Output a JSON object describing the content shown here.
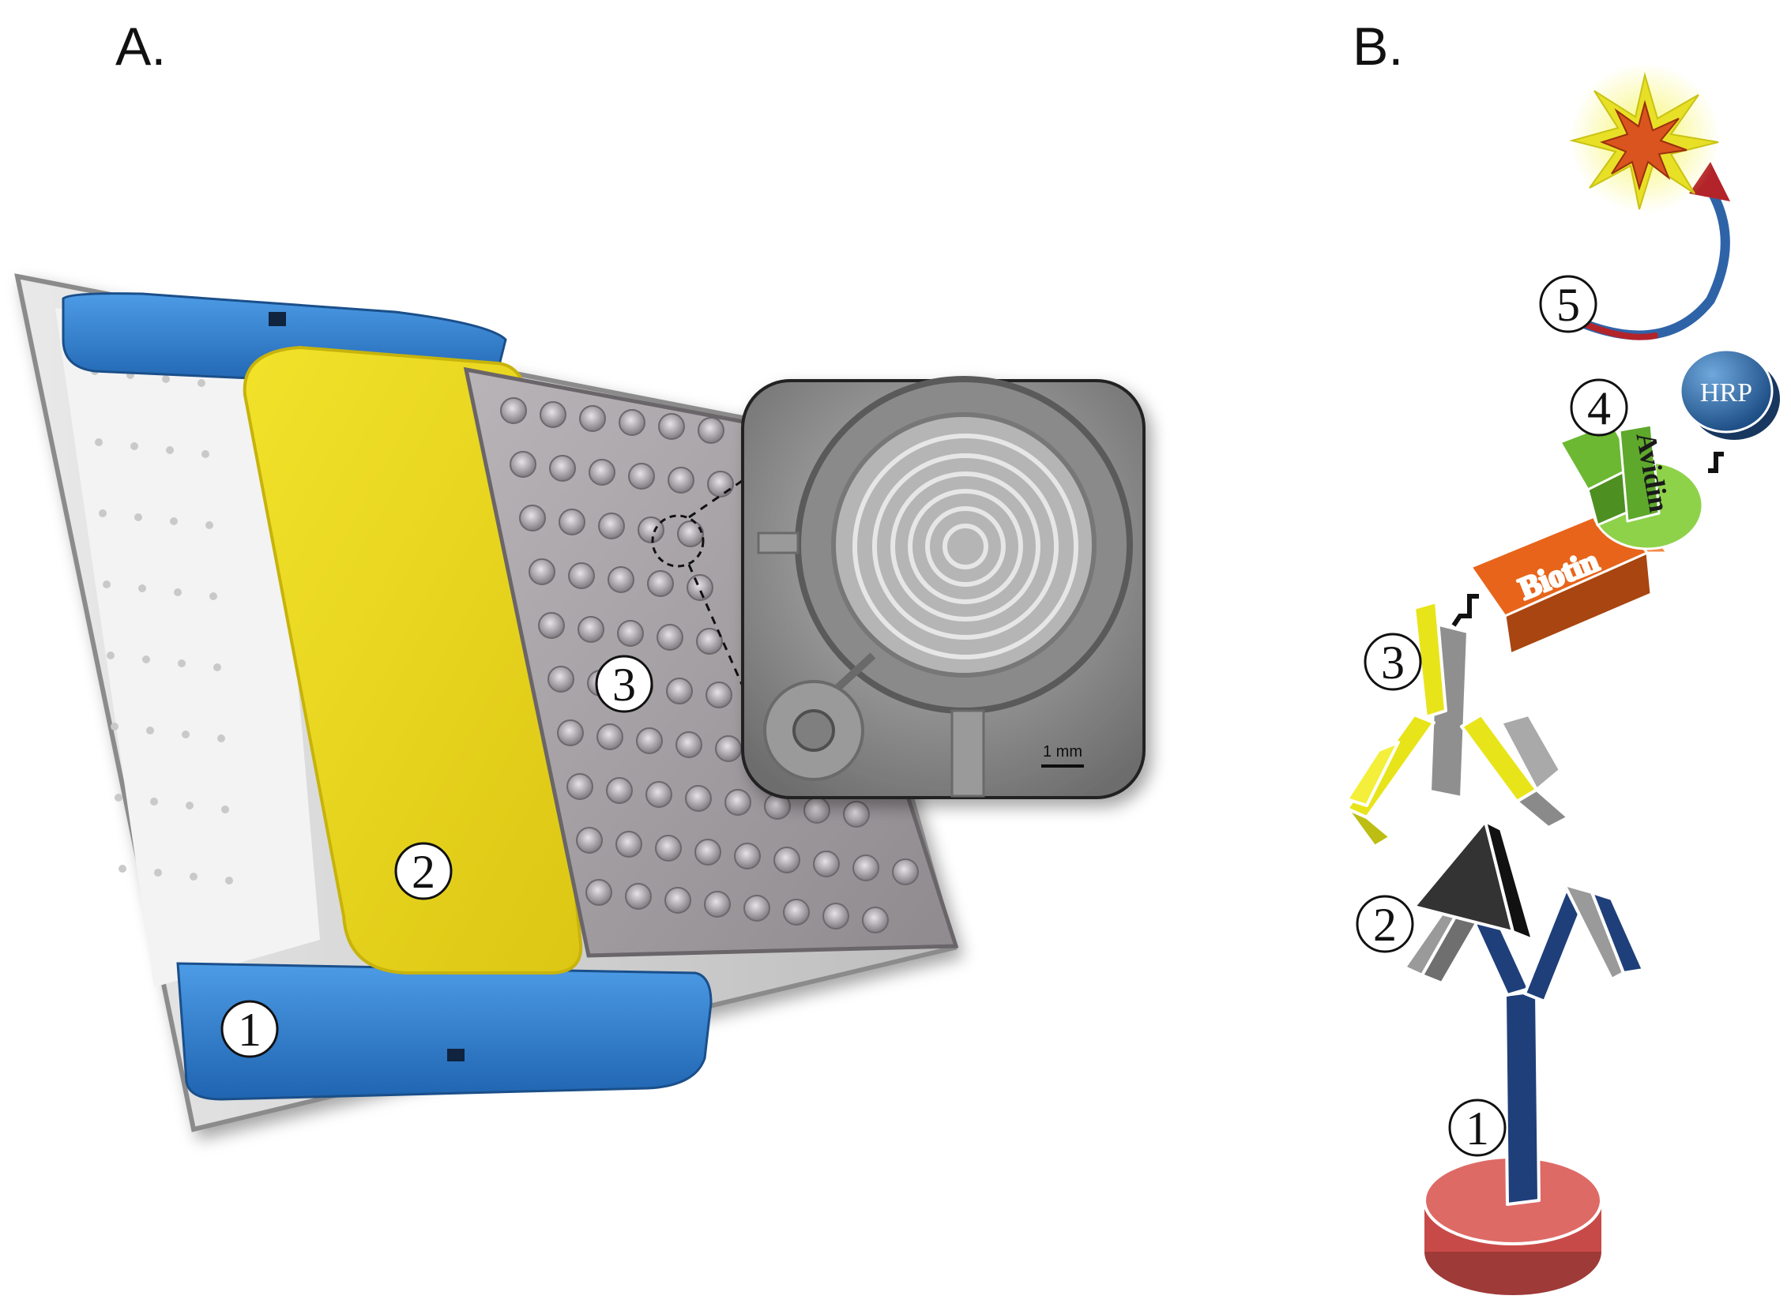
{
  "panels": {
    "a_label": "A.",
    "b_label": "B."
  },
  "panel_a": {
    "callouts": [
      "1",
      "2",
      "3"
    ],
    "scale_bar": "1 mm"
  },
  "panel_b": {
    "callouts": [
      "1",
      "2",
      "3",
      "4",
      "5"
    ],
    "molecules": {
      "biotin": "Biotin",
      "avidin": "Avidin",
      "hrp": "HRP"
    }
  },
  "colors": {
    "device_blue": "#2f7fd1",
    "pad_yellow": "#ecd81a",
    "capture_antibody": "#1f3f7a",
    "detection_antibody": "#e8e41a",
    "biotin_orange": "#e8641a",
    "avidin_green": "#8ed24a",
    "hrp_blue": "#2d6aa8",
    "base_red": "#c84a48",
    "signal": "#d9541e"
  }
}
